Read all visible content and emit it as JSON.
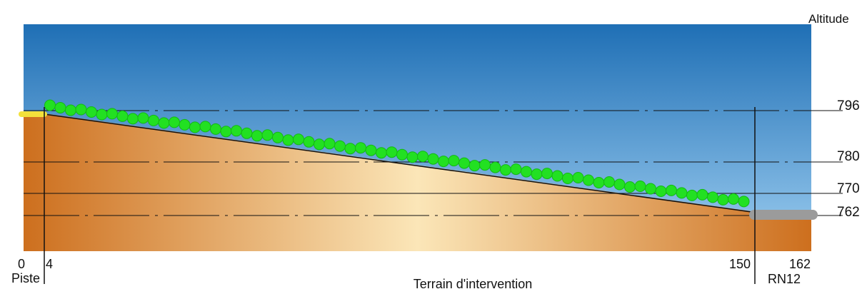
{
  "y_axis_title": "Altitude",
  "altitudes": [
    "796",
    "780",
    "770",
    "762"
  ],
  "x_ticks": [
    "0",
    "4",
    "150",
    "162"
  ],
  "labels": {
    "left_end": "Piste",
    "right_end": "RN12",
    "section": "Terrain d'intervention"
  },
  "colors": {
    "sky_top": "#1f6fb5",
    "sky_bottom": "#9ccdf0",
    "ground_edge": "#cd6f1e",
    "ground_center": "#fbe6b8",
    "vegetation": "#22e022",
    "piste": "#f3e13b",
    "road": "#9b9b9b"
  }
}
